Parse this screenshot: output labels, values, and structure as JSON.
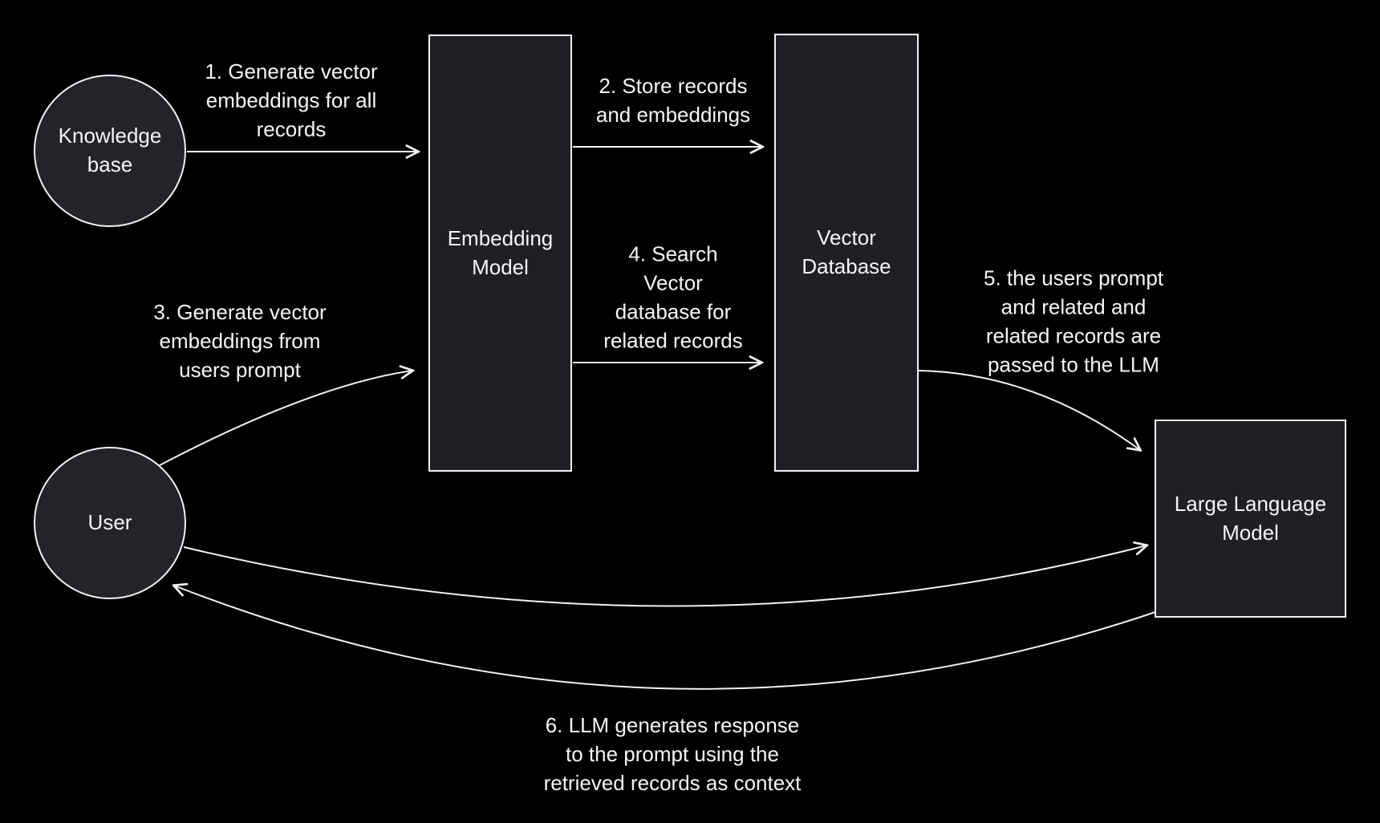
{
  "colors": {
    "background": "#000000",
    "box_fill": "#1e2025",
    "circle_fill": "#22242a",
    "shape_stroke": "#f2f2f2",
    "text": "#f5f5f5"
  },
  "nodes": {
    "knowledge_base": {
      "label": "Knowledge\nbase"
    },
    "embedding_model": {
      "label": "Embedding\nModel"
    },
    "vector_database": {
      "label": "Vector\nDatabase"
    },
    "user": {
      "label": "User"
    },
    "llm": {
      "label": "Large Language\nModel"
    }
  },
  "steps": {
    "step1": {
      "text": "1. Generate vector\nembeddings for all\nrecords"
    },
    "step2": {
      "text": "2. Store records\nand embeddings"
    },
    "step3": {
      "text": "3. Generate vector\nembeddings from\nusers prompt"
    },
    "step4": {
      "text": "4. Search\nVector\ndatabase for\nrelated records"
    },
    "step5": {
      "text": "5. the users prompt\nand related and\nrelated records are\npassed to the LLM"
    },
    "step6": {
      "text": "6. LLM generates response\nto the prompt using the\nretrieved records as context"
    }
  }
}
